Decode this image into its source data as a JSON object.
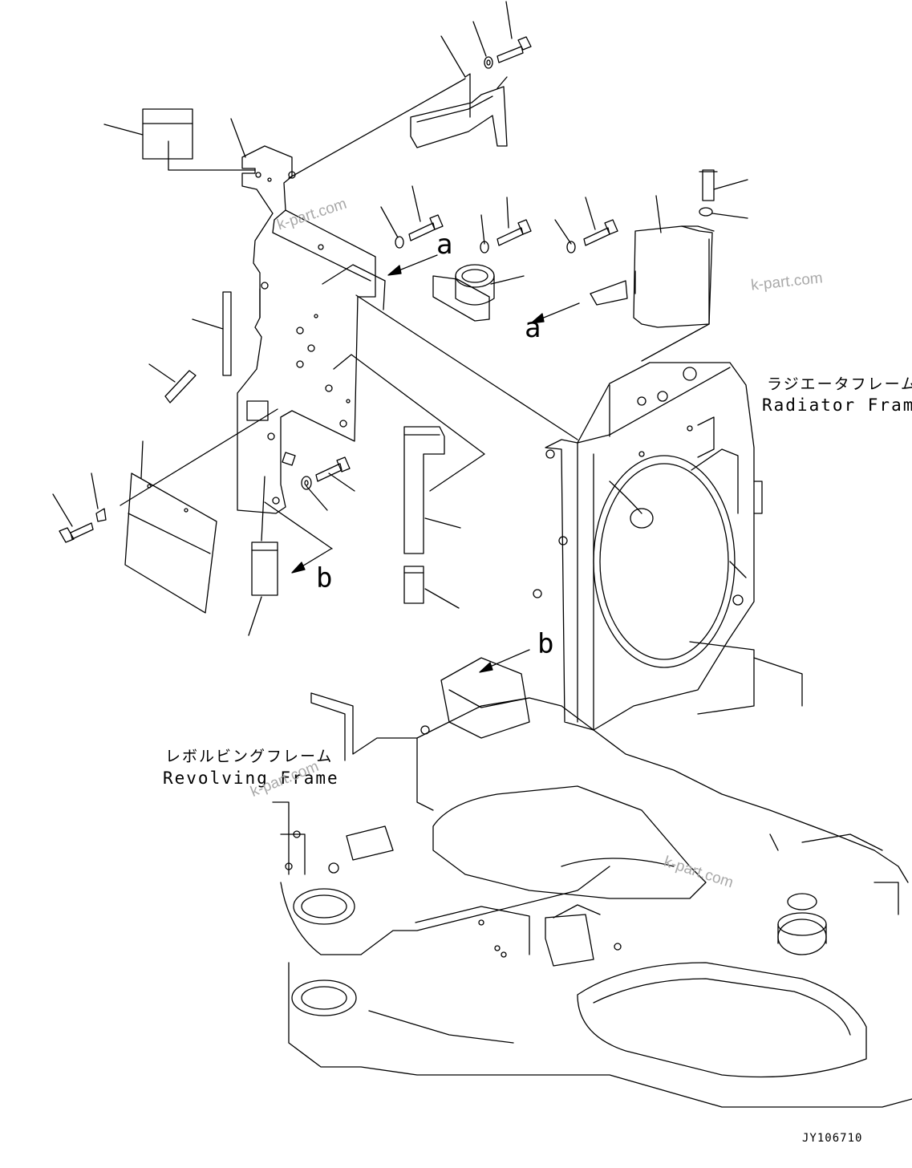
{
  "labels": {
    "radiator_frame_jp": "ラジエータフレーム",
    "radiator_frame_en": "Radiator Frame",
    "revolving_frame_jp": "レボルビングフレーム",
    "revolving_frame_en": "Revolving Frame",
    "callout_a": "a",
    "callout_b": "b",
    "drawing_code": "JY106710"
  },
  "watermarks": [
    "k-part.com",
    "k-part.com",
    "k-part.com",
    "k-part.com"
  ],
  "colors": {
    "line": "#000000",
    "watermark": "#a9a9a9",
    "background": "#ffffff"
  }
}
